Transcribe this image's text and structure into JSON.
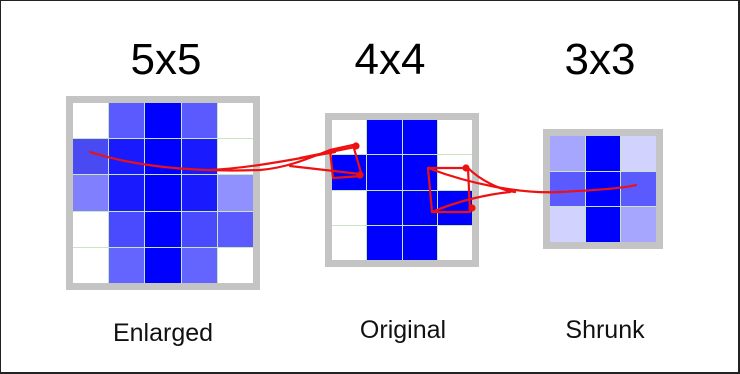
{
  "panels": [
    {
      "key": "enlarged",
      "title": "5x5",
      "caption": "Enlarged",
      "size": 5,
      "cells": [
        "#ffffff",
        "#5a5aff",
        "#0000ff",
        "#5a5aff",
        "#ffffff",
        "#4a4af2",
        "#1a1aff",
        "#0000ff",
        "#1a1aff",
        "#ffffff",
        "#8080ff",
        "#1a1aff",
        "#0000ff",
        "#1a1aff",
        "#9090ff",
        "#ffffff",
        "#4a4aff",
        "#0000ff",
        "#4a4aff",
        "#5a5aff",
        "#ffffff",
        "#6464ff",
        "#0000ff",
        "#6464ff",
        "#ffffff"
      ]
    },
    {
      "key": "original",
      "title": "4x4",
      "caption": "Original",
      "size": 4,
      "cells": [
        "#ffffff",
        "#0000ff",
        "#0000ff",
        "#ffffff",
        "#0000ff",
        "#0000ff",
        "#0000ff",
        "#ffffff",
        "#ffffff",
        "#0000ff",
        "#0000ff",
        "#0000ff",
        "#ffffff",
        "#0000ff",
        "#0000ff",
        "#ffffff"
      ]
    },
    {
      "key": "shrunk",
      "title": "3x3",
      "caption": "Shrunk",
      "size": 3,
      "cells": [
        "#a6a6ff",
        "#0000ff",
        "#d2d2ff",
        "#5a5aff",
        "#0000ff",
        "#5a5aff",
        "#d2d2ff",
        "#0000ff",
        "#a6a6ff"
      ]
    }
  ],
  "colors": {
    "annotation": "#ee1111",
    "grid_line": "#c9e6c2",
    "grid_border": "#c4c4c4"
  }
}
